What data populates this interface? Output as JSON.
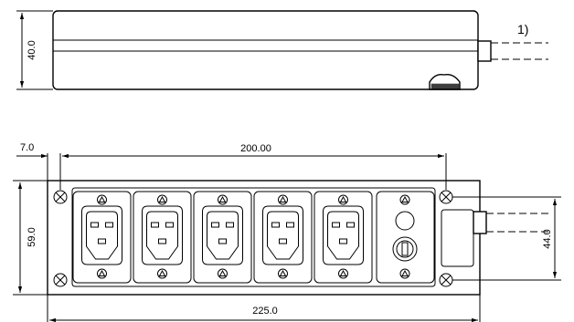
{
  "dimensions": {
    "side_height": "40.0",
    "front_offset": "7.0",
    "front_hole_spacing": "200.00",
    "front_height": "59.0",
    "front_inner_height": "44.0",
    "front_length": "225.0"
  },
  "notes": {
    "cable_note": "1)"
  },
  "sockets": {
    "iec_count": 5,
    "has_switch_module": true
  }
}
